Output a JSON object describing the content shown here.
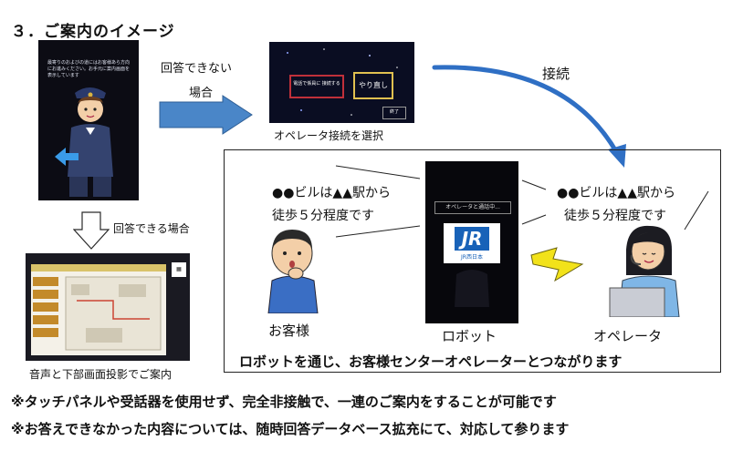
{
  "title": "３．ご案内のイメージ",
  "kiosk": {
    "screen_text": "最寄りのおよびの道にはお客様あら方向にお進みください。お手元に案内画面を表示しています"
  },
  "flow": {
    "cannot_answer_line1": "回答できない",
    "cannot_answer_line2": "場合",
    "can_answer": "回答できる場合",
    "connect": "接続"
  },
  "operator_select": {
    "button_call": "電話で係員に 接続する",
    "button_retry": "やり直し",
    "button_end": "終了",
    "caption": "オペレータ接続を選択"
  },
  "floor_screen": {
    "caption": "音声と下部画面投影でご案内"
  },
  "robot_screen": {
    "status": "オペレータと通話中...",
    "logo_text": "JR",
    "logo_sub": "JR西日本"
  },
  "customer_speech_line1": "●●ビルは▲▲駅から",
  "customer_speech_line2": "徒歩５分程度です",
  "operator_speech_line1": "●●ビルは▲▲駅から",
  "operator_speech_line2": "徒歩５分程度です",
  "labels": {
    "customer": "お客様",
    "robot": "ロボット",
    "operator": "オペレータ"
  },
  "box_caption": "ロボットを通じ、お客様センターオペレーターとつながります",
  "notes": [
    "※タッチパネルや受話器を使用せず、完全非接触で、一連のご案内をすることが可能です",
    "※お答えできなかった内容については、随時回答データベース拡充にて、対応して参ります"
  ],
  "colors": {
    "arrow_fill": "#4a86c8",
    "curve_arrow": "#2f6fc4",
    "lightning": "#f2e21a"
  }
}
